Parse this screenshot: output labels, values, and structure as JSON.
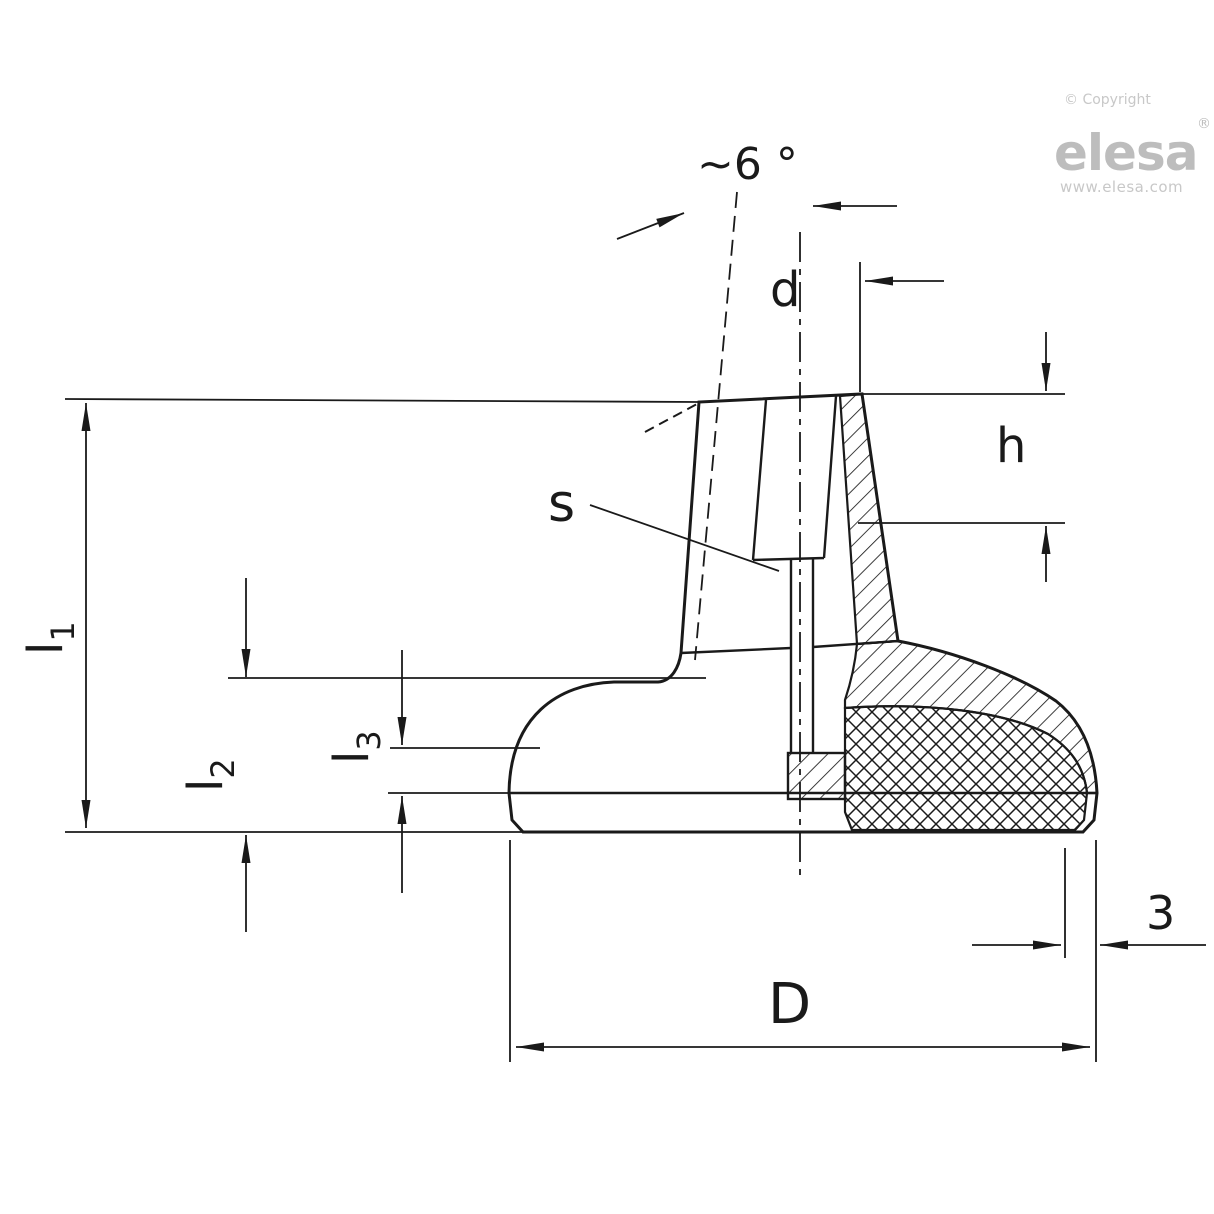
{
  "canvas": {
    "background": "#ffffff",
    "line_color": "#1a1a1a"
  },
  "logo": {
    "copyright": "© Copyright",
    "brand": "elesa",
    "registered": "®",
    "website": "www.elesa.com",
    "brand_color": "#bdbdbd",
    "text_color": "#c8c8c8"
  },
  "labels": {
    "angle": "~6 °",
    "d": "d",
    "h": "h",
    "s": "s",
    "l_base": "l",
    "l1_sub": "1",
    "l2_sub": "2",
    "l3_sub": "3",
    "diameter": "D",
    "edge_offset": "3"
  }
}
